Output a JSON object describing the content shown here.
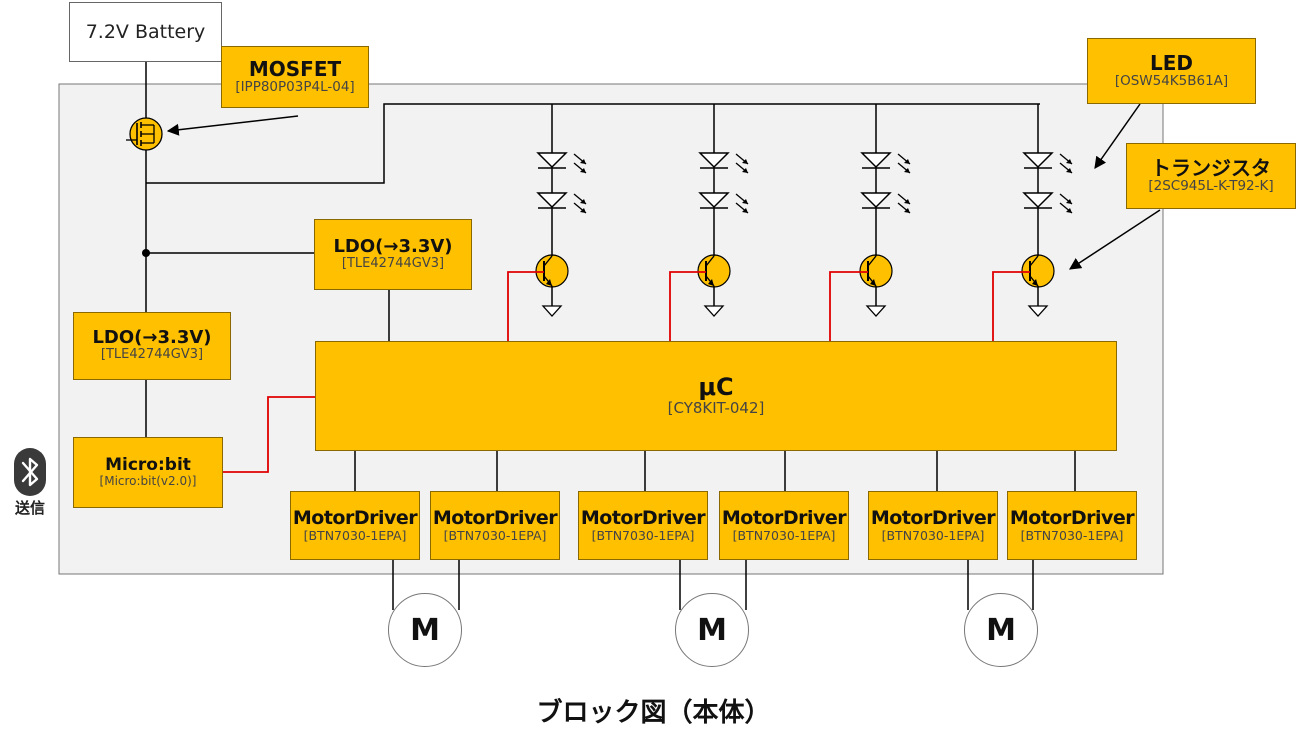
{
  "battery": {
    "label": "7.2V Battery"
  },
  "mosfet": {
    "title": "MOSFET",
    "part": "[IPP80P03P4L-04]"
  },
  "led": {
    "title": "LED",
    "part": "[OSW54K5B61A]"
  },
  "transistor": {
    "title": "トランジスタ",
    "part": "[2SC945L-K-T92-K]"
  },
  "ldo_upper": {
    "title": "LDO(→3.3V)",
    "part": "[TLE42744GV3]"
  },
  "ldo_left": {
    "title": "LDO(→3.3V)",
    "part": "[TLE42744GV3]"
  },
  "microbit": {
    "title": "Micro:bit",
    "part": "[Micro:bit(v2.0)]"
  },
  "mcu": {
    "title": "μC",
    "part": "[CY8KIT-042]"
  },
  "motor_drivers": [
    {
      "title": "MotorDriver",
      "part": "[BTN7030-1EPA]"
    },
    {
      "title": "MotorDriver",
      "part": "[BTN7030-1EPA]"
    },
    {
      "title": "MotorDriver",
      "part": "[BTN7030-1EPA]"
    },
    {
      "title": "MotorDriver",
      "part": "[BTN7030-1EPA]"
    },
    {
      "title": "MotorDriver",
      "part": "[BTN7030-1EPA]"
    },
    {
      "title": "MotorDriver",
      "part": "[BTN7030-1EPA]"
    }
  ],
  "motors": [
    {
      "label": "M"
    },
    {
      "label": "M"
    },
    {
      "label": "M"
    }
  ],
  "bluetooth": {
    "icon": "bluetooth-icon",
    "label": "送信"
  },
  "caption": "ブロック図（本体）",
  "colors": {
    "block_fill": "#FFC000",
    "board_fill": "#F2F2F2",
    "signal_wire": "#E00000",
    "wire": "#000000"
  }
}
